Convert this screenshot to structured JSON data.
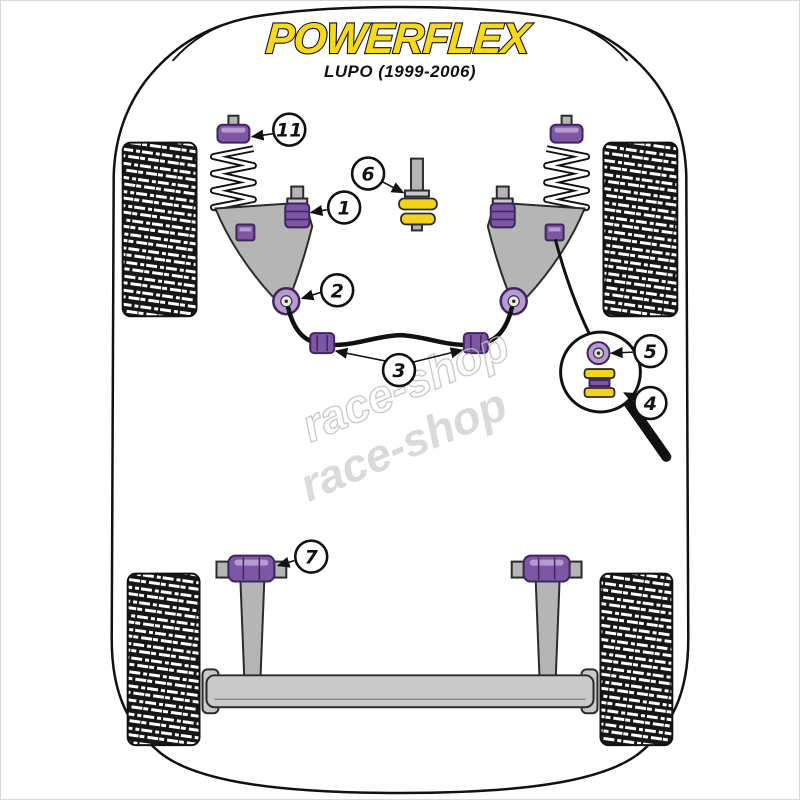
{
  "header": {
    "brand": "POWERFLEX",
    "model": "LUPO (1999-2006)"
  },
  "watermark": {
    "line1": "race-shop",
    "line2": "race-shop"
  },
  "callouts": [
    {
      "id": "11"
    },
    {
      "id": "1"
    },
    {
      "id": "6"
    },
    {
      "id": "2"
    },
    {
      "id": "3"
    },
    {
      "id": "5"
    },
    {
      "id": "4"
    },
    {
      "id": "7"
    }
  ],
  "colors": {
    "bush_purple": "#7d56a5",
    "bush_purple_light": "#b79ad2",
    "bush_yellow": "#f2d21f",
    "logo_yellow": "#f7d917",
    "part_gray": "#b5b5b5",
    "tire_black": "#161616",
    "watermark_gray": "#c3c3c3"
  }
}
